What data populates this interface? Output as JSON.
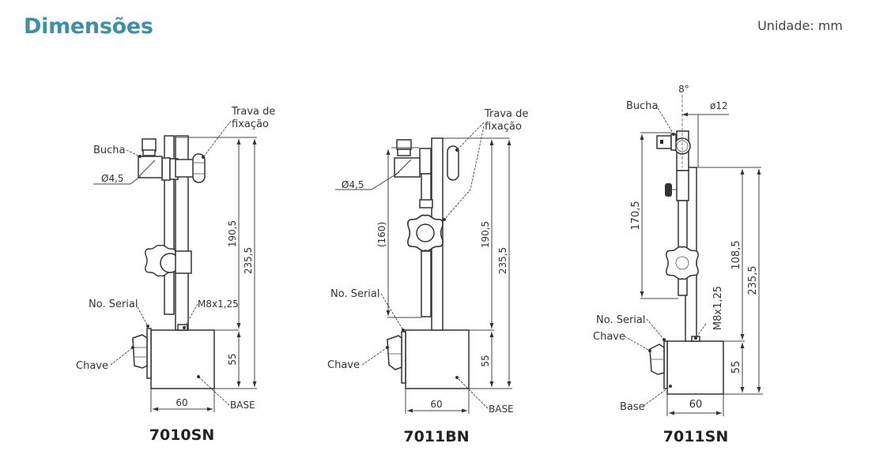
{
  "header": {
    "title": "Dimensões",
    "unit_label": "Unidade: mm",
    "title_color": "#3f8fa8"
  },
  "diagrams": [
    {
      "model": "7010SN",
      "labels": {
        "lock": "Trava de fixação",
        "lock_line1": "Trava de",
        "lock_line2": "fixação",
        "bushing": "Bucha",
        "bore": "Ø4,5",
        "serial": "No. Serial",
        "thread": "M8x1,25",
        "switch": "Chave",
        "base": "BASE"
      },
      "dimensions": {
        "rod_height": "190,5",
        "total_height": "235,5",
        "base_height": "55",
        "base_width": "60"
      }
    },
    {
      "model": "7011BN",
      "labels": {
        "lock": "Trava de fixação",
        "lock_line1": "Trava de",
        "lock_line2": "fixação",
        "bore": "Ø4,5",
        "serial": "No. Serial",
        "switch": "Chave",
        "base": "BASE"
      },
      "dimensions": {
        "arm_height": "(160)",
        "rod_height": "190,5",
        "total_height": "235,5",
        "base_height": "55",
        "base_width": "60"
      }
    },
    {
      "model": "7011SN",
      "labels": {
        "angle": "8°",
        "bushing": "Bucha",
        "diameter": "ø12",
        "serial": "No. Serial",
        "switch": "Chave",
        "thread": "M8x1,25",
        "base": "Base"
      },
      "dimensions": {
        "arm_height": "170,5",
        "rod_height": "108,5",
        "total_height": "235,5",
        "base_height": "55",
        "base_width": "60"
      }
    }
  ]
}
